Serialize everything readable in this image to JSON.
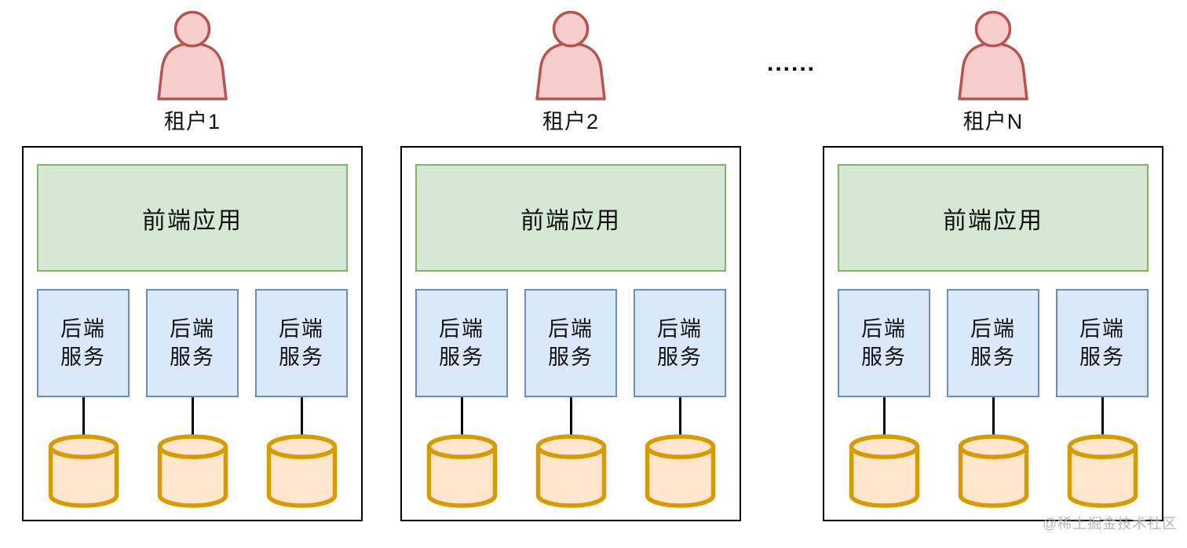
{
  "diagram": {
    "title_semantic": "multi-tenant-architecture",
    "tenants": [
      {
        "name": "租户1"
      },
      {
        "name": "租户2"
      },
      {
        "name": "租户N"
      }
    ],
    "ellipsis": "......",
    "labels": {
      "frontend": "前端应用",
      "backend_line1": "后端",
      "backend_line2": "服务"
    },
    "watermark": "@稀土掘金技术社区",
    "colors": {
      "user_fill": "#f8cecc",
      "user_stroke": "#b85450",
      "frontend_fill": "#d5e8d4",
      "frontend_stroke": "#82b366",
      "backend_fill": "#dae8fc",
      "backend_stroke": "#6c8ebf",
      "database_fill": "#ffe6cc",
      "database_stroke": "#d79b00",
      "container_stroke": "#000000",
      "watermark_color": "#b9b9b9"
    }
  }
}
